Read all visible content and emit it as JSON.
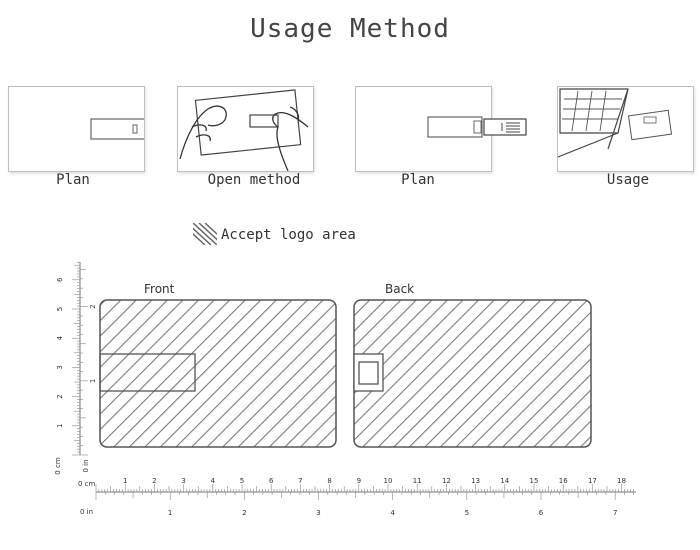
{
  "title": "Usage Method",
  "steps": [
    {
      "label": "Plan"
    },
    {
      "label": "Open method"
    },
    {
      "label": "Plan"
    },
    {
      "label": "Usage"
    }
  ],
  "legend": {
    "label": "Accept logo area"
  },
  "cards": {
    "front_label": "Front",
    "back_label": "Back"
  },
  "ruler": {
    "unit_cm": "0 cm",
    "unit_in": "0 in",
    "cm_ticks": [
      "1",
      "2",
      "3",
      "4",
      "5",
      "6",
      "7",
      "8",
      "9",
      "10",
      "11",
      "12",
      "13",
      "14",
      "15",
      "16",
      "17",
      "18"
    ],
    "in_ticks": [
      "1",
      "2",
      "3",
      "4",
      "5",
      "6",
      "7"
    ],
    "vertical_cm_ticks": [
      "1",
      "2",
      "3",
      "4",
      "5",
      "6"
    ],
    "vertical_in_ticks": [
      "1",
      "2"
    ]
  },
  "colors": {
    "hatch": "#888888",
    "outline": "#555555",
    "text": "#333333"
  }
}
